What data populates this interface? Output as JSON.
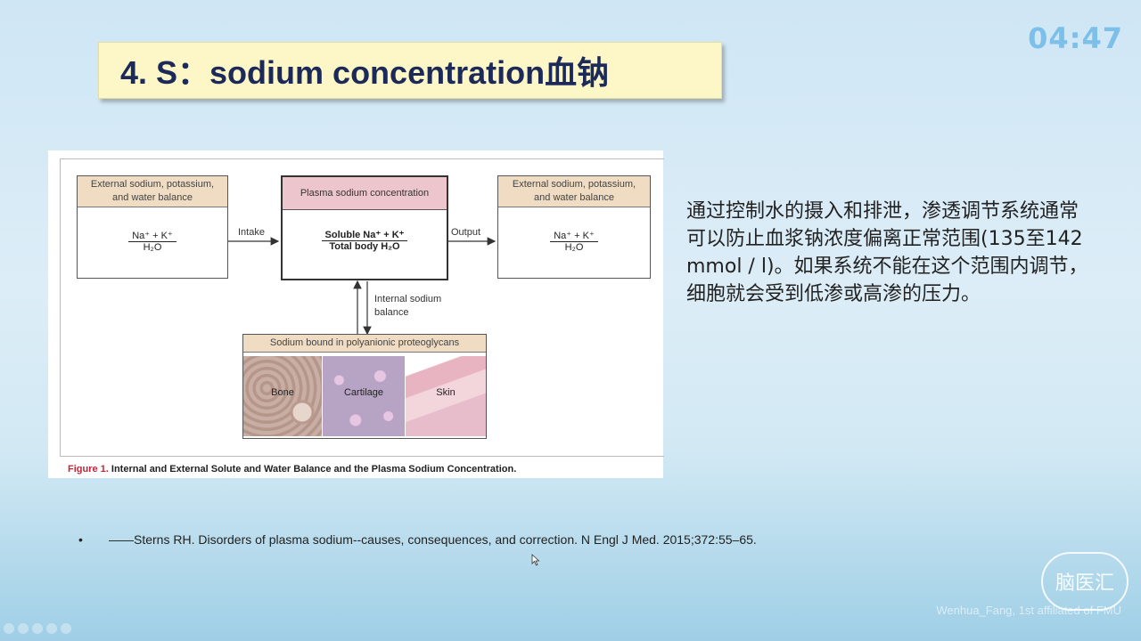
{
  "timer": "04:47",
  "slide": {
    "title": "4. S：sodium concentration血钠",
    "figure": {
      "left_box": {
        "header_line1": "External sodium, potassium,",
        "header_line2": "and water balance",
        "numerator": "Na⁺ + K⁺",
        "denominator": "H₂O"
      },
      "intake_label": "Intake",
      "center_box": {
        "header": "Plasma sodium concentration",
        "numerator": "Soluble Na⁺ + K⁺",
        "denominator": "Total body H₂O"
      },
      "output_label": "Output",
      "right_box": {
        "header_line1": "External sodium, potassium,",
        "header_line2": "and water balance",
        "numerator": "Na⁺ + K⁺",
        "denominator": "H₂O"
      },
      "internal_label_line1": "Internal sodium",
      "internal_label_line2": "balance",
      "bottom_box": {
        "header": "Sodium bound in polyanionic proteoglycans",
        "tissues": [
          "Bone",
          "Cartilage",
          "Skin"
        ]
      },
      "caption_number": "Figure 1.",
      "caption_text": "Internal and External Solute and Water Balance and the Plasma Sodium Concentration."
    },
    "body_text": "通过控制水的摄入和排泄，渗透调节系统通常可以防止血浆钠浓度偏离正常范围(135至142 mmol / l)。如果系统不能在这个范围内调节，细胞就会受到低渗或高渗的压力。",
    "reference_bullet": "•",
    "reference": "——Sterns RH. Disorders of plasma sodium--causes, consequences, and correction. N Engl J Med. 2015;372:55–65."
  },
  "logo_text": "脑医汇",
  "watermark": "Wenhua_Fang, 1st affiliated of FMU",
  "colors": {
    "title_bg": "#fdf7c8",
    "title_text": "#1c2a5a",
    "timer": "#7cc0ea",
    "caption_red": "#c0283a"
  }
}
